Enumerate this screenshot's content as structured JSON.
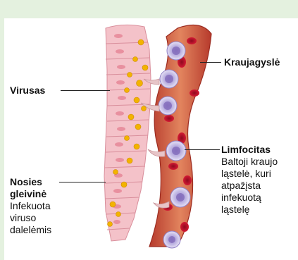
{
  "labels": {
    "blood_vessel": {
      "title": "Kraujagyslė"
    },
    "virus": {
      "title": "Virusas"
    },
    "lymphocyte": {
      "title": "Limfocitas",
      "lines": [
        "Baltoji kraujo",
        "ląstelė, kuri",
        "atpažįsta",
        "infekuotą",
        "ląstelę"
      ]
    },
    "nasal_mucosa": {
      "title_lines": [
        "Nosies",
        "gleivinė"
      ],
      "lines": [
        "Infekuota",
        "viruso",
        "dalelėmis"
      ]
    }
  },
  "colors": {
    "background": "#e4f1df",
    "mucosa_cell": "#f2b8c0",
    "mucosa_nucleus": "#e58a99",
    "vessel": "#c94a3a",
    "vessel_inner": "#e07a5a",
    "red_cell": "#c8102e",
    "lymphocyte": "#c9c3e6",
    "lymphocyte_nucleus": "#7a63b5",
    "virus": "#f2b400"
  }
}
